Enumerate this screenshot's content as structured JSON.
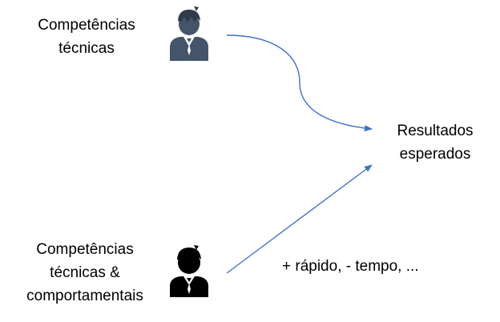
{
  "diagram": {
    "nodes": {
      "technical": {
        "label_lines": [
          "Competências",
          "técnicas"
        ],
        "icon": "person-icon",
        "icon_color": "#44546a"
      },
      "behavioral": {
        "label_lines": [
          "Competências",
          "técnicas &",
          "comportamentais"
        ],
        "icon": "person-icon",
        "icon_color": "#000000"
      },
      "results": {
        "label_lines": [
          "Resultados",
          "esperados"
        ]
      }
    },
    "edges": [
      {
        "from": "technical",
        "to": "results",
        "style": "curved",
        "color": "#4472c4"
      },
      {
        "from": "behavioral",
        "to": "results",
        "style": "straight",
        "color": "#4472c4"
      }
    ],
    "annotation": "+ rápido, - tempo, ..."
  }
}
